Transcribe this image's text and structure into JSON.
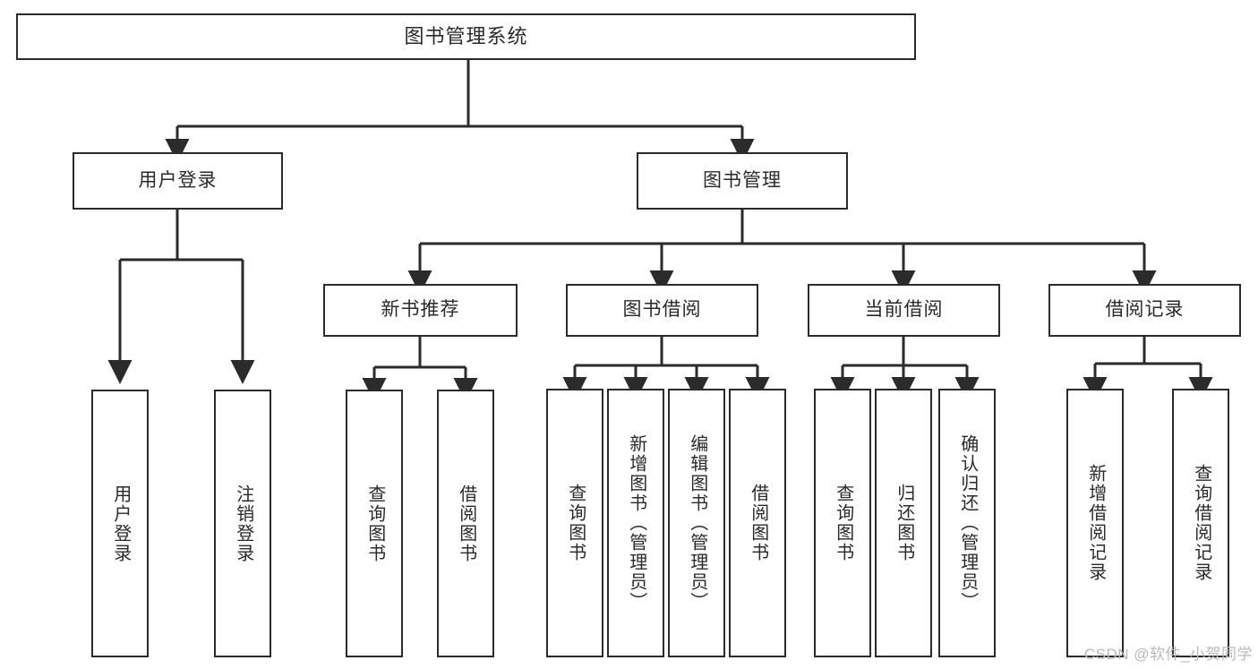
{
  "diagram": {
    "title": "图书管理系统",
    "watermark": "CSDN @软件_小贺同学",
    "stroke_color": "#2b2b2b",
    "text_color": "#2a2a2a",
    "background_color": "#ffffff",
    "watermark_color": "#b9b9b9"
  },
  "nodes": {
    "root": {
      "label": "图书管理系统"
    },
    "level1": [
      {
        "label": "用户登录"
      },
      {
        "label": "图书管理"
      }
    ],
    "level2": [
      {
        "label": "新书推荐"
      },
      {
        "label": "图书借阅"
      },
      {
        "label": "当前借阅"
      },
      {
        "label": "借阅记录"
      }
    ],
    "leaves": {
      "user_login": [
        {
          "label": "用户登录"
        },
        {
          "label": "注销登录"
        }
      ],
      "new_book": [
        {
          "label": "查询图书"
        },
        {
          "label": "借阅图书"
        }
      ],
      "book_borrow": [
        {
          "label": "查询图书"
        },
        {
          "label": "新增图书（管理员）"
        },
        {
          "label": "编辑图书（管理员）"
        },
        {
          "label": "借阅图书"
        }
      ],
      "current_borrow": [
        {
          "label": "查询图书"
        },
        {
          "label": "归还图书"
        },
        {
          "label": "确认归还（管理员）"
        }
      ],
      "borrow_record": [
        {
          "label": "新增借阅记录"
        },
        {
          "label": "查询借阅记录"
        }
      ]
    }
  }
}
